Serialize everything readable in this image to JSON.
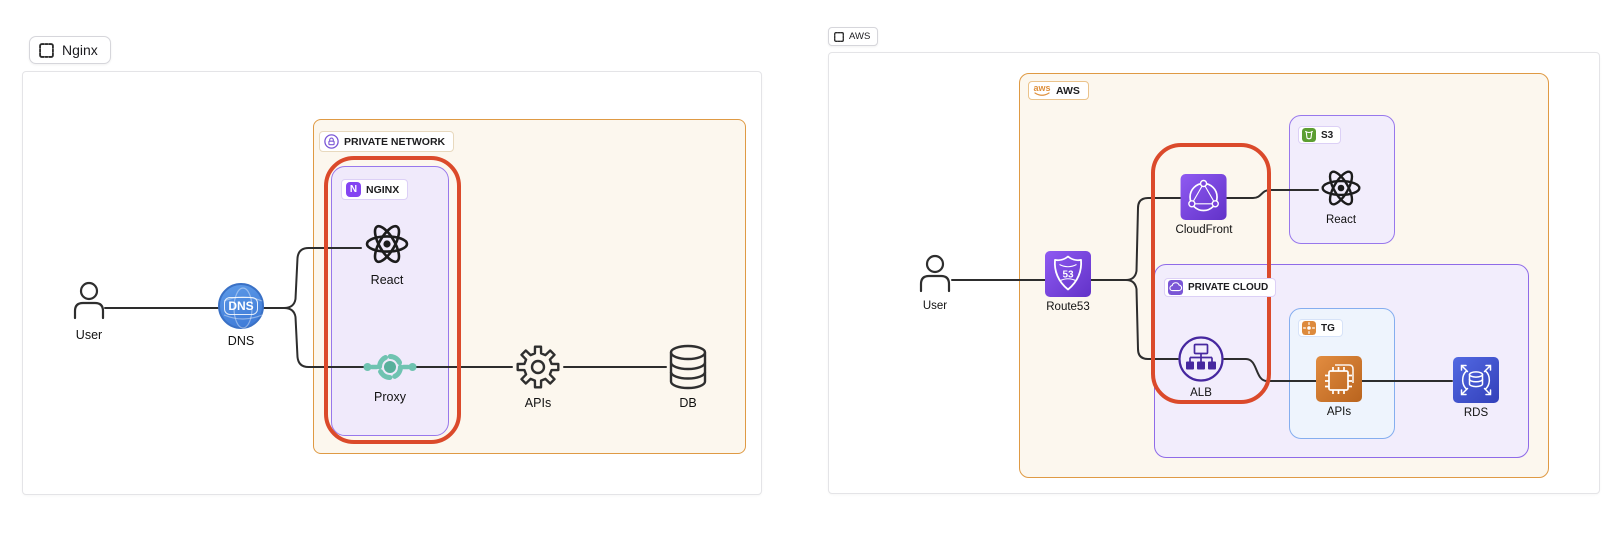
{
  "left": {
    "tab": "Nginx",
    "group_private_network": "PRIVATE NETWORK",
    "group_nginx": "NGINX",
    "nginx_icon_letter": "N",
    "dns_icon_text": "DNS",
    "nodes": {
      "user": "User",
      "dns": "DNS",
      "react": "React",
      "proxy": "Proxy",
      "apis": "APIs",
      "db": "DB"
    }
  },
  "right": {
    "tab": "AWS",
    "group_aws": "AWS",
    "aws_logo_text": "aws",
    "group_s3": "S3",
    "group_private_cloud": "PRIVATE CLOUD",
    "group_tg": "TG",
    "route53_icon_text": "53",
    "nodes": {
      "user": "User",
      "route53": "Route53",
      "cloudfront": "CloudFront",
      "react": "React",
      "alb": "ALB",
      "apis": "APIs",
      "rds": "RDS"
    }
  },
  "colors": {
    "accent_orange": "#DF9A44",
    "orange_fill": "#FCF7EE",
    "accent_purple": "#9878EC",
    "purple_fill": "#F2EDFC",
    "accent_blue": "#85AEEF",
    "blue_fill": "#EEF4FD",
    "highlight_red": "#DB4A2B",
    "line_color": "#2D2D2D",
    "dns_blue": "#4C8BE0",
    "proxy_teal": "#6FC3B1",
    "nginx_purple": "#8444F2",
    "aws_icon_purple": "#7A42DD",
    "aws_icon_orange": "#CE7830",
    "aws_icon_blue": "#4355D2",
    "s3_green": "#5C9E31",
    "alb_purple": "#46279F"
  }
}
